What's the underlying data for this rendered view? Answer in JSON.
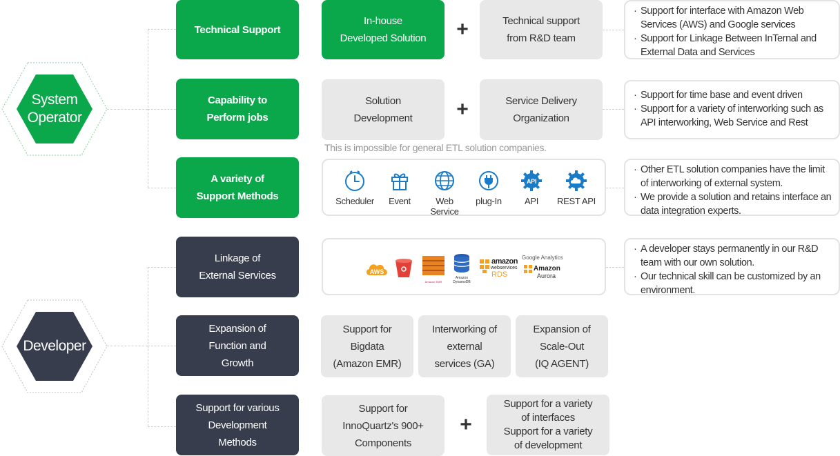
{
  "roles": {
    "operator": "System\nOperator",
    "developer": "Developer"
  },
  "categories": {
    "technical_support": "Technical Support",
    "capability": "Capability to\nPerform jobs",
    "support_methods": "A variety of\nSupport Methods",
    "linkage": "Linkage of\nExternal Services",
    "expansion": "Expansion of\nFunction and\nGrowth",
    "dev_methods": "Support for various\nDevelopment\nMethods"
  },
  "row1": {
    "box1": "In-house\nDeveloped Solution",
    "box2": "Technical support\nfrom R&D team",
    "desc": [
      "Support for interface with Amazon Web Services (AWS) and Google services",
      "Support for Linkage Between InTernal and External Data and Services"
    ]
  },
  "row2": {
    "box1": "Solution\nDevelopment",
    "box2": "Service Delivery\nOrganization",
    "note": "This is impossible for general ETL solution companies.",
    "desc": [
      "Support for time base and event driven",
      "Support for a variety of interworking such as API interworking, Web Service and Rest"
    ]
  },
  "row3": {
    "icons": [
      {
        "label": "Scheduler",
        "icon": "clock-icon"
      },
      {
        "label": "Event",
        "icon": "gift-icon"
      },
      {
        "label": "Web Service",
        "icon": "globe-icon"
      },
      {
        "label": "plug-In",
        "icon": "plug-icon"
      },
      {
        "label": "API",
        "icon": "api-gear-icon"
      },
      {
        "label": "REST API",
        "icon": "cloud-gear-icon"
      }
    ],
    "desc": [
      "Other ETL solution companies have the limit of interworking of external system.",
      "We provide a solution and retains interface an data integration experts."
    ]
  },
  "row4": {
    "logos": {
      "aws": "AWS",
      "emr": "Amazon EMR",
      "dynamo": "Amazon\nDynamoDB",
      "rds_amazon": "amazon",
      "rds_ws": "webservices",
      "rds": "RDS",
      "ga": "Google Analytics",
      "aurora_amazon": "Amazon",
      "aurora": "Aurora"
    },
    "desc": [
      "A developer stays permanently in our R&D team with our own solution.",
      "Our technical skill can be customized by an environment."
    ]
  },
  "row5": {
    "box1": "Support for\nBigdata\n(Amazon EMR)",
    "box2": "Interworking of\nexternal\nservices (GA)",
    "box3": "Expansion of\nScale-Out\n(IQ AGENT)"
  },
  "row6": {
    "box1": "Support for\nInnoQuartz's 900+\nComponents",
    "box2": "Support for a variety\nof interfaces\nSupport for a variety\nof development"
  },
  "plus_sign": "+",
  "colors": {
    "green": "#0aa84b",
    "dark": "#373d4c",
    "gray": "#e8e8e8",
    "icon_blue": "#1a7bc7"
  }
}
